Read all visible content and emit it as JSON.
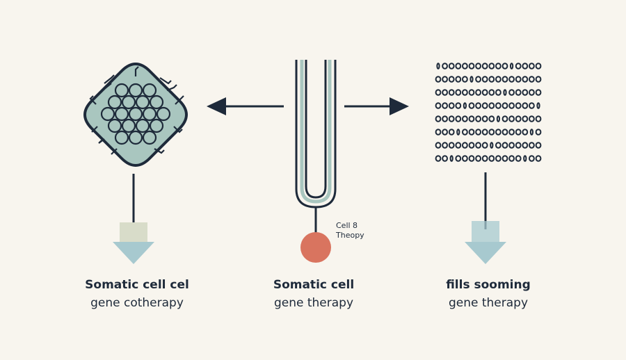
{
  "colors": {
    "background": "#f8f5ee",
    "ink": "#1e2a3a",
    "cell_fill": "#a9c6bf",
    "arrow_fill": "#a7c9cf",
    "arrow_box": "#d8dcc9",
    "node_red": "#d9745f"
  },
  "icons": {
    "left": "cell-cluster-icon",
    "center": "tuning-fork-tube-icon",
    "right": "binary-grid-icon"
  },
  "center_note": {
    "line1": "Cell 8",
    "line2": "Theopy"
  },
  "panels": [
    {
      "line1": "Somatic cell cel",
      "line2": "gene cotherapy"
    },
    {
      "line1": "Somatic cell",
      "line2": "gene therapy"
    },
    {
      "line1": "fills sooming",
      "line2": "gene therapy"
    }
  ]
}
